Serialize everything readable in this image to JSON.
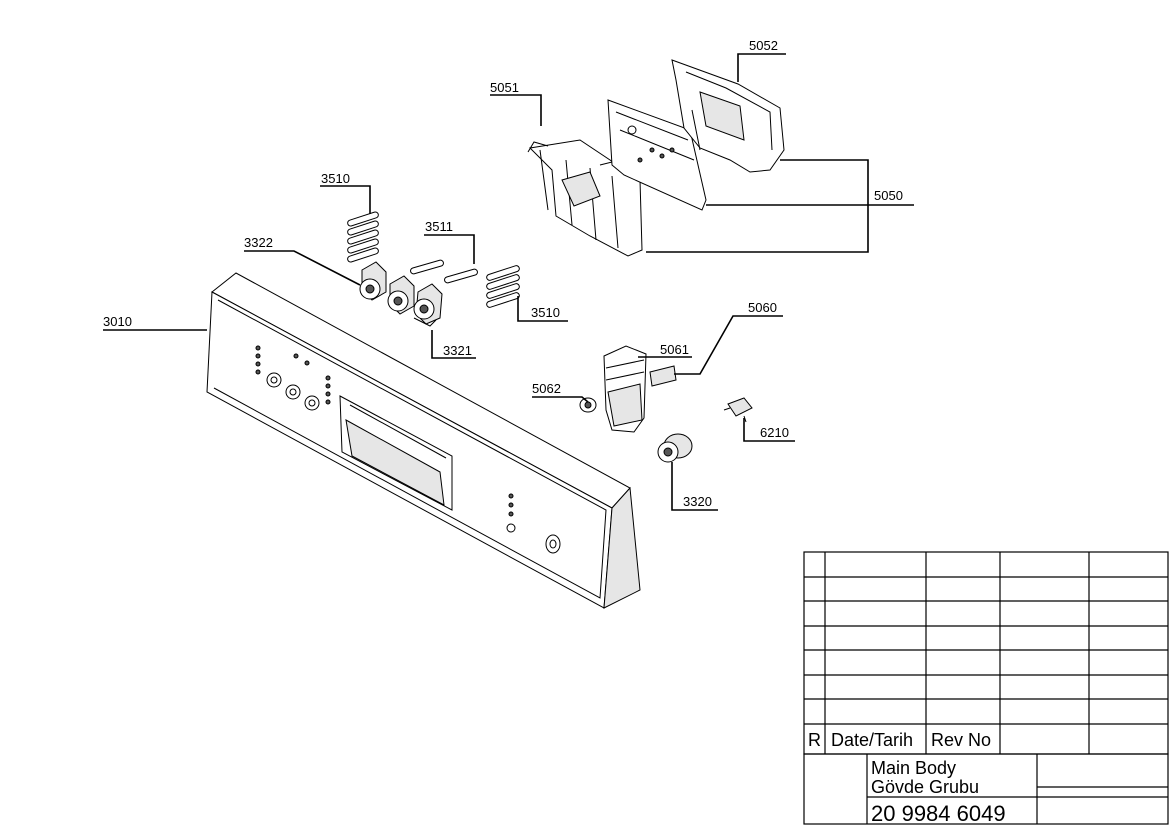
{
  "callouts": {
    "p5052": "5052",
    "p5051": "5051",
    "p5050": "5050",
    "p3510a": "3510",
    "p3511": "3511",
    "p3322": "3322",
    "p3010": "3010",
    "p3510b": "3510",
    "p3321": "3321",
    "p5060": "5060",
    "p5061": "5061",
    "p5062": "5062",
    "p6210": "6210",
    "p3320": "3320"
  },
  "title_block": {
    "rev_header": "R",
    "date_header": "Date/Tarih",
    "revno_header": "Rev No",
    "title_en": "Main Body",
    "title_tr": "Gövde Grubu",
    "drawing_number": "20 9984 6049"
  }
}
